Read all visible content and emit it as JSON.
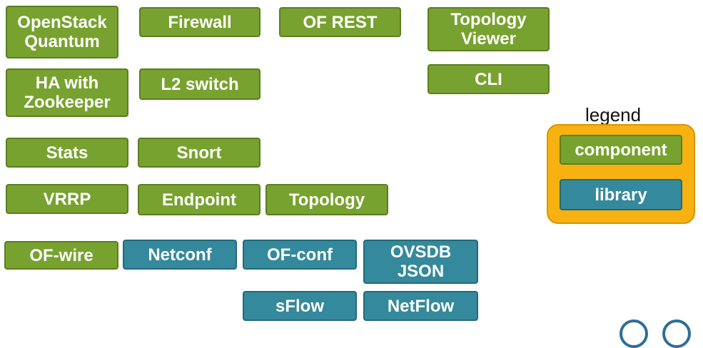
{
  "components": [
    {
      "id": "openstack-quantum",
      "label": "OpenStack\nQuantum",
      "kind": "component"
    },
    {
      "id": "firewall",
      "label": "Firewall",
      "kind": "component"
    },
    {
      "id": "of-rest",
      "label": "OF REST",
      "kind": "component"
    },
    {
      "id": "topology-viewer",
      "label": "Topology\nViewer",
      "kind": "component"
    },
    {
      "id": "ha-with-zookeeper",
      "label": "HA with\nZookeeper",
      "kind": "component"
    },
    {
      "id": "l2-switch",
      "label": "L2 switch",
      "kind": "component"
    },
    {
      "id": "cli",
      "label": "CLI",
      "kind": "component"
    },
    {
      "id": "stats",
      "label": "Stats",
      "kind": "component"
    },
    {
      "id": "snort",
      "label": "Snort",
      "kind": "component"
    },
    {
      "id": "vrrp",
      "label": "VRRP",
      "kind": "component"
    },
    {
      "id": "endpoint",
      "label": "Endpoint",
      "kind": "component"
    },
    {
      "id": "topology",
      "label": "Topology",
      "kind": "component"
    },
    {
      "id": "of-wire",
      "label": "OF-wire",
      "kind": "component"
    },
    {
      "id": "netconf",
      "label": "Netconf",
      "kind": "library"
    },
    {
      "id": "of-conf",
      "label": "OF-conf",
      "kind": "library"
    },
    {
      "id": "ovsdb-json",
      "label": "OVSDB\nJSON",
      "kind": "library"
    },
    {
      "id": "sflow",
      "label": "sFlow",
      "kind": "library"
    },
    {
      "id": "netflow",
      "label": "NetFlow",
      "kind": "library"
    }
  ],
  "legend": {
    "title": "legend",
    "component_label": "component",
    "library_label": "library"
  },
  "colors": {
    "component": "#78a22f",
    "library": "#35899c",
    "legend_background": "#f7b212"
  }
}
